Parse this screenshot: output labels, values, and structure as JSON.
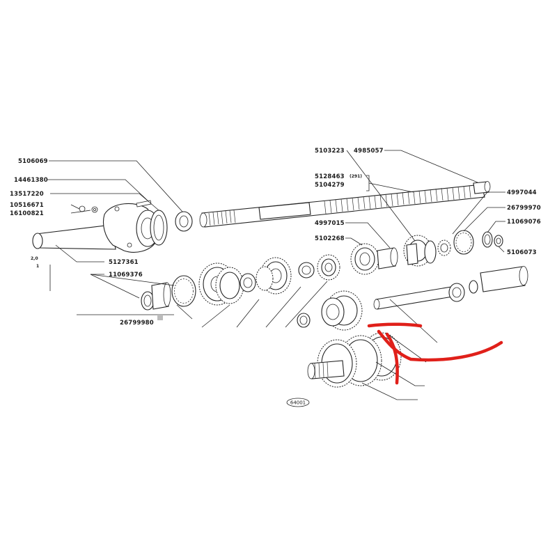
{
  "diagram": {
    "part_numbers": {
      "p5106069": "5106069",
      "p14461380": "14461380",
      "p13517220": "13517220",
      "p10516671": "10516671",
      "p16100821": "16100821",
      "p5127361": "5127361",
      "p11069376": "11069376",
      "p26799980": "26799980",
      "p5103223": "5103223",
      "p4985057": "4985057",
      "p5128463": "5128463",
      "p5104279": "5104279",
      "p291": "(291)",
      "p4997044": "4997044",
      "p26799970": "26799970",
      "p11069076": "11069076",
      "p4997015": "4997015",
      "p5102268": "5102268",
      "p5106073": "5106073"
    },
    "margin_marks": {
      "m20": "2,0",
      "m1": "1"
    },
    "drawing_number": "64001"
  },
  "colors": {
    "line": "#222222",
    "highlight": "#e0201a",
    "background": "#ffffff"
  }
}
